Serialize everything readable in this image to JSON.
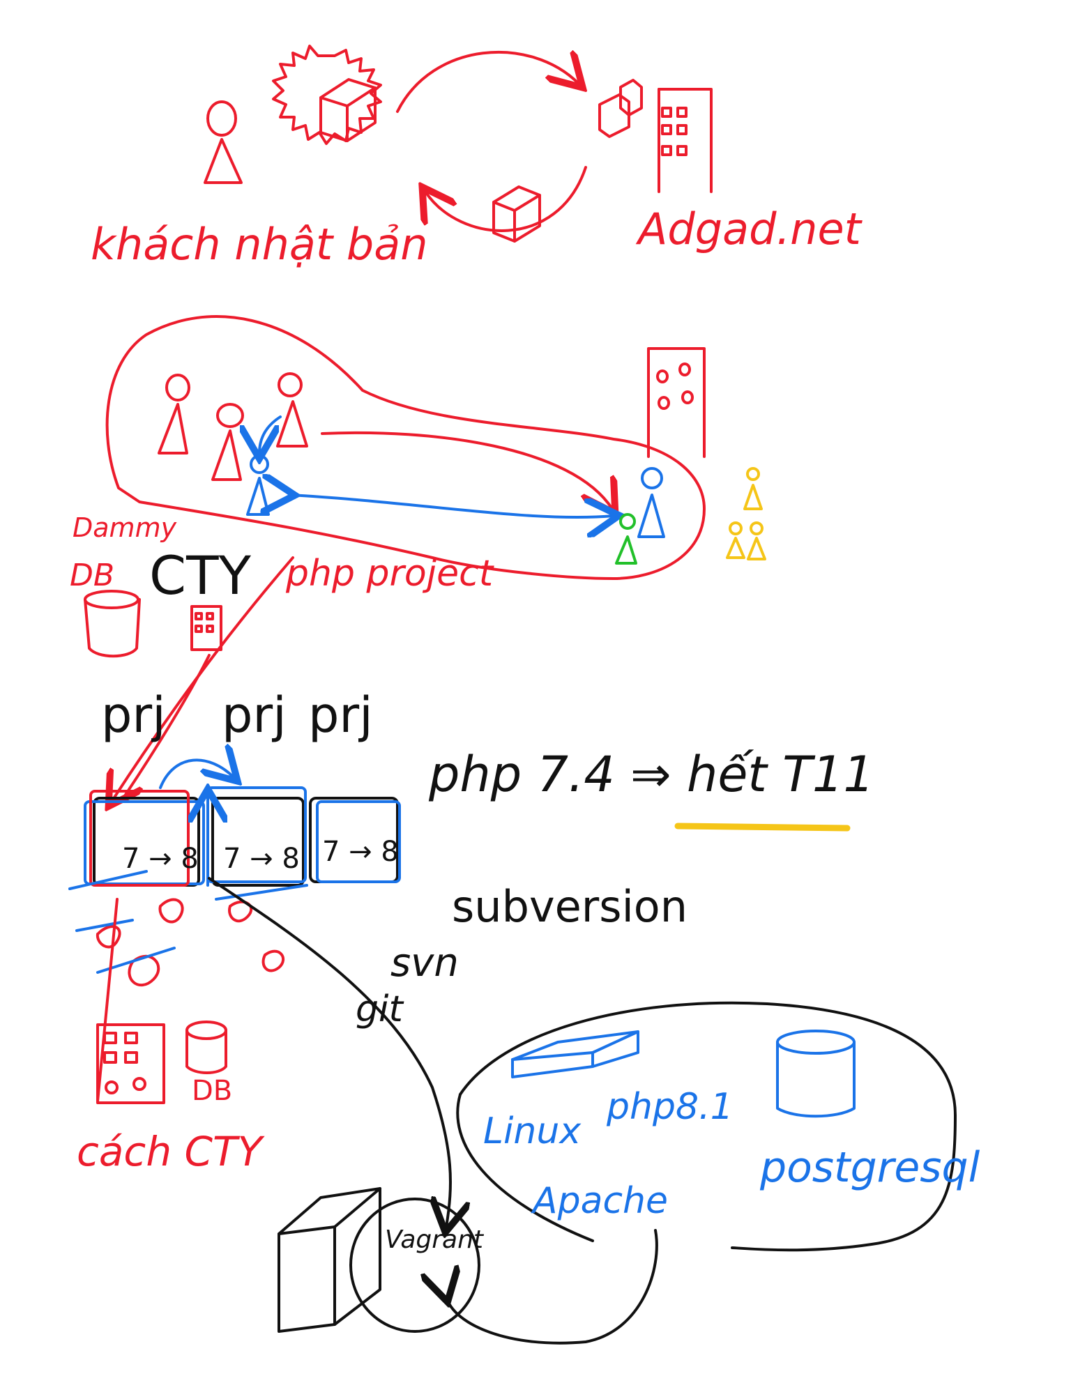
{
  "colors": {
    "red": "#ec1c2c",
    "blue": "#1a73e8",
    "black": "#111111",
    "yellow": "#f5c518",
    "green": "#22c02a"
  },
  "labels": {
    "client": "khách nhật bản",
    "vendor": "Adgad.net",
    "company": "CTY",
    "php_project": "php project",
    "dummy": "Dammy",
    "dummy_db": "DB",
    "prj1": "prj",
    "prj2": "prj",
    "prj3": "prj",
    "php_version_note": "php 7.4 ⇒ hết T11",
    "subversion": "subversion",
    "svn": "svn",
    "git": "git",
    "old_db": "DB",
    "old_way": "cách CTY",
    "linux": "Linux",
    "php81": "php8.1",
    "apache": "Apache",
    "postgresql": "postgresql",
    "vagrant": "Vagrant",
    "box1_version": "7 → 8",
    "box2_version": "7 → 8",
    "box3_version": "7 → 8"
  },
  "icons": [
    "person-icon",
    "globe-box-icon",
    "building-icon",
    "group-icon",
    "database-icon",
    "server-box-icon",
    "cube-icon"
  ]
}
